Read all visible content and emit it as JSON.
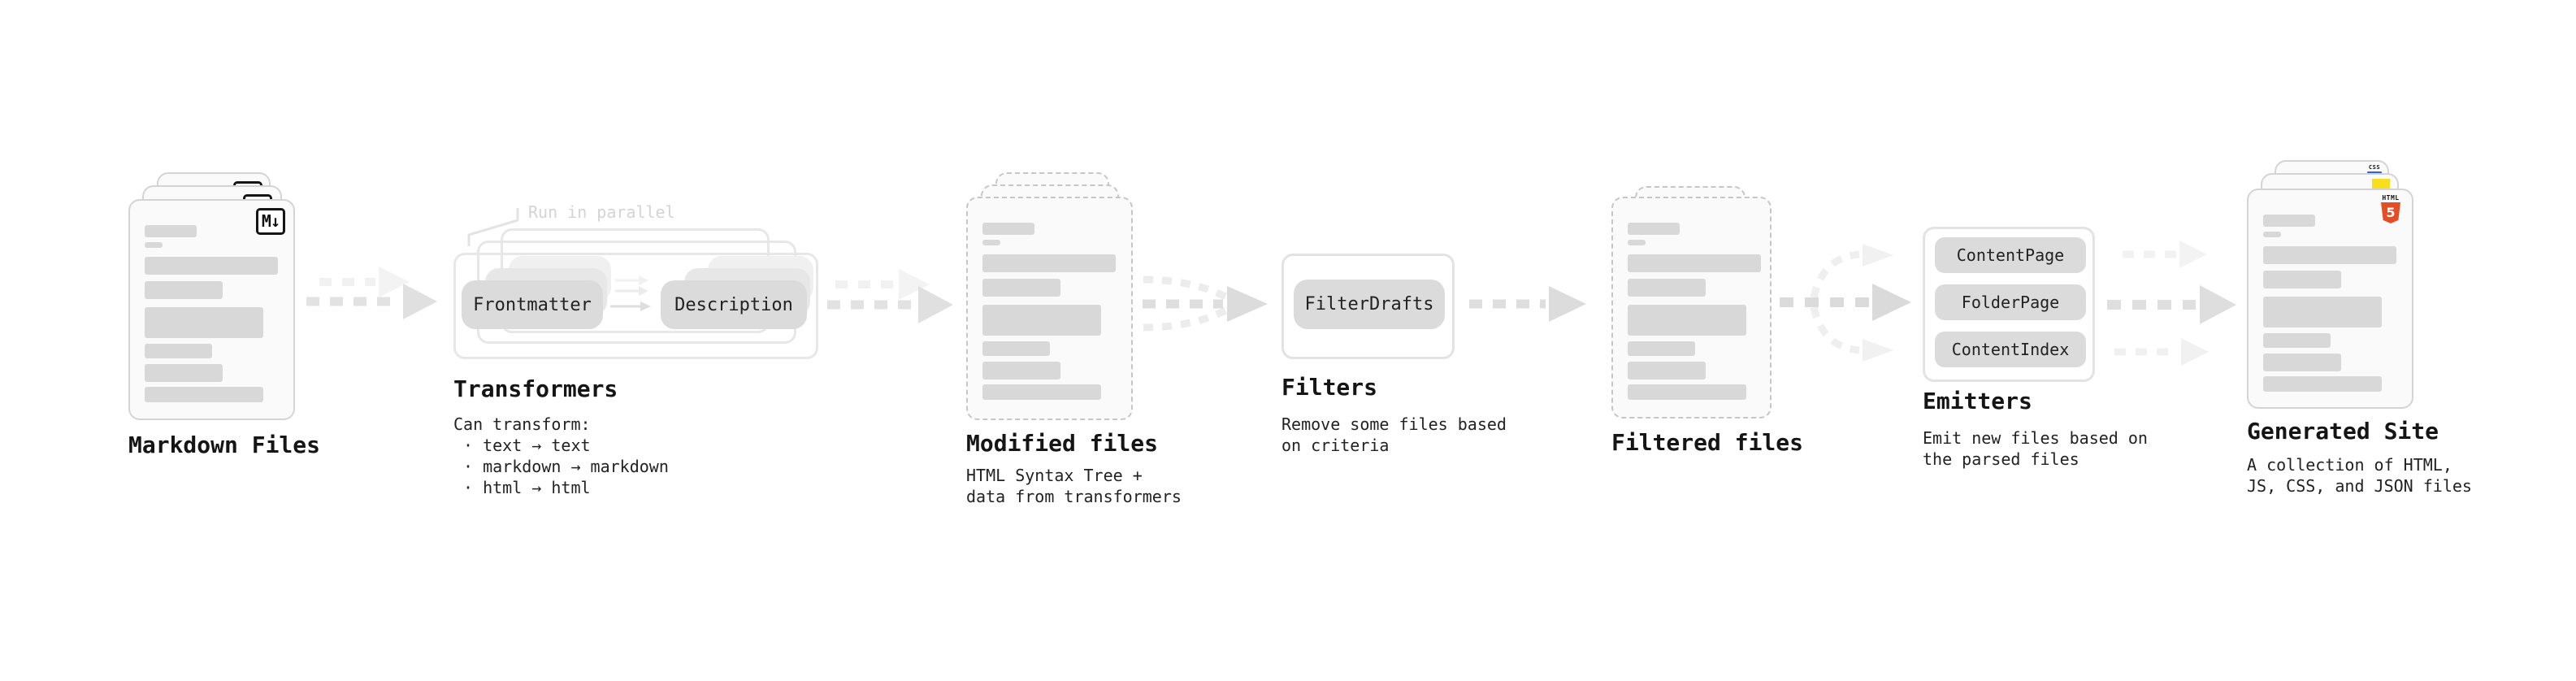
{
  "stages": {
    "markdown": {
      "label": "Markdown Files",
      "file_badge": "M↓"
    },
    "transformers": {
      "label": "Transformers",
      "annotation": "Run in parallel",
      "pill_left": "Frontmatter",
      "pill_right": "Description",
      "desc_title": "Can transform:",
      "bullets": [
        "· text → text",
        "· markdown → markdown",
        "· html → html"
      ]
    },
    "modified": {
      "label": "Modified files",
      "desc": [
        "HTML Syntax Tree +",
        "data from transformers"
      ]
    },
    "filters": {
      "label": "Filters",
      "pill": "FilterDrafts",
      "desc": [
        "Remove some files based",
        "on criteria"
      ]
    },
    "filtered": {
      "label": "Filtered files"
    },
    "emitters": {
      "label": "Emitters",
      "pills": [
        "ContentPage",
        "FolderPage",
        "ContentIndex"
      ],
      "desc": [
        "Emit new files based on",
        "the parsed files"
      ]
    },
    "generated": {
      "label": "Generated Site",
      "desc": [
        "A collection of HTML,",
        "JS, CSS, and JSON files"
      ],
      "css_badge": "CSS",
      "html_badge_word": "HTML",
      "html_badge_number": "5"
    }
  },
  "colors": {
    "html5_orange": "#e44d26",
    "js_yellow": "#f7df1e",
    "css_blue": "#2965f1",
    "pill_gray": "#dbdbdb",
    "bar_gray": "#d8d8d8",
    "arrow_gray": "#dedede",
    "faint_arrow_gray": "#f1f1f1",
    "annotation_gray": "#d4d4d4"
  }
}
